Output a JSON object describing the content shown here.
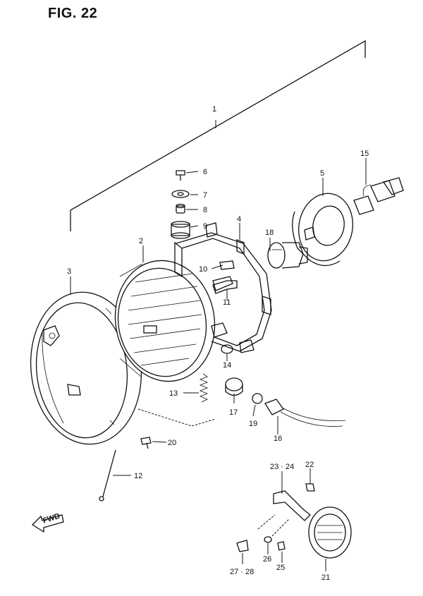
{
  "figure": {
    "title": "FIG. 22"
  },
  "callouts": {
    "c1": "1",
    "c2": "2",
    "c3": "3",
    "c4": "4",
    "c5": "5",
    "c6": "6",
    "c7": "7",
    "c8": "8",
    "c9": "9",
    "c10": "10",
    "c11": "11",
    "c12": "12",
    "c13": "13",
    "c14": "14",
    "c15": "15",
    "c16": "16",
    "c17": "17",
    "c18": "18",
    "c19": "19",
    "c20": "20",
    "c21": "21",
    "c22": "22",
    "c23_24": "23 · 24",
    "c25": "25",
    "c26": "26",
    "c27_28": "27 · 28"
  },
  "fwd_label": "FWD"
}
